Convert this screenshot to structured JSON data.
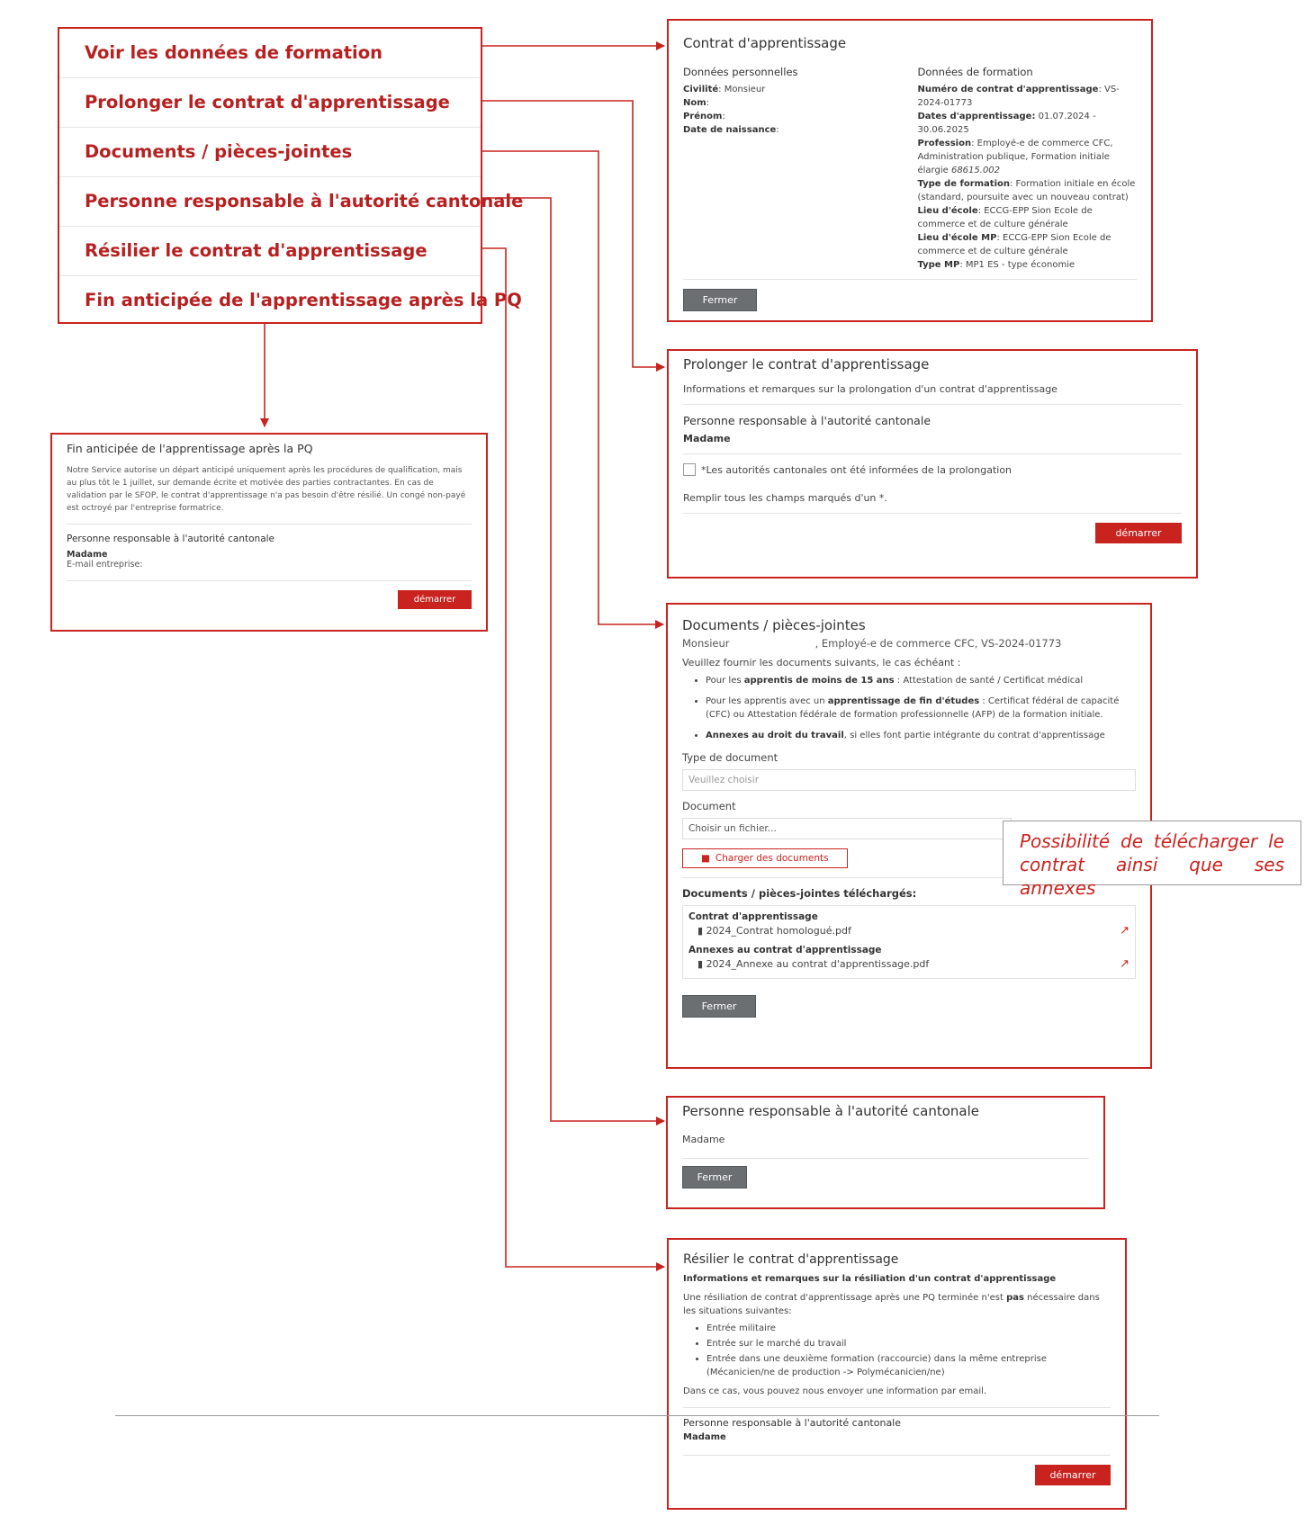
{
  "menu": {
    "items": [
      "Voir les données de formation",
      "Prolonger le contrat d'apprentissage",
      "Documents / pièces-jointes",
      "Personne responsable à l'autorité cantonale",
      "Résilier le contrat d'apprentissage",
      "Fin anticipée de l'apprentissage après la PQ"
    ]
  },
  "contrat": {
    "title": "Contrat d'apprentissage",
    "left_heading": "Données personnelles",
    "civilite_label": "Civilité",
    "civilite_value": ": Monsieur",
    "nom_label": "Nom",
    "prenom_label": "Prénom",
    "naissance_label": "Date de naissance",
    "right_heading": "Données de formation",
    "numero_label": "Numéro de contrat d'apprentissage",
    "numero_value": ": VS-2024-01773",
    "dates_label": "Dates d'apprentissage:",
    "dates_value": " 01.07.2024 - 30.06.2025",
    "profession_label": "Profession",
    "profession_value": ": Employé-e de commerce CFC, Administration publique, Formation initiale élargie",
    "profession_code": "68615.002",
    "type_label": "Type de formation",
    "type_value": ": Formation initiale en école (standard, poursuite avec un nouveau contrat)",
    "ecole_label": "Lieu d'école",
    "ecole_value": ": ECCG-EPP Sion Ecole de commerce et de culture générale",
    "ecole_mp_label": "Lieu d'école MP",
    "ecole_mp_value": ": ECCG-EPP Sion Ecole de commerce et de culture générale",
    "type_mp_label": "Type MP",
    "type_mp_value": ": MP1 ES - type économie",
    "close": "Fermer"
  },
  "prolonger": {
    "title": "Prolonger le contrat d'apprentissage",
    "info": "Informations et remarques sur la prolongation d'un contrat d'apprentissage",
    "resp_heading": "Personne responsable à l'autorité cantonale",
    "resp_name": "Madame",
    "checkbox_label": "*Les autorités cantonales ont été informées de la prolongation",
    "required_note": "Remplir tous les champs marqués d'un *.",
    "start": "démarrer"
  },
  "documents": {
    "title": "Documents / pièces-jointes",
    "person_line": "Monsieur                          , Employé-e de commerce CFC, VS-2024-01773",
    "intro": "Veuillez fournir les documents suivants, le cas échéant :",
    "b1_pre": "Pour les ",
    "b1_bold": "apprentis de moins de 15 ans",
    "b1_post": " : Attestation de santé / Certificat médical",
    "b2_pre": "Pour les apprentis avec un ",
    "b2_bold": "apprentissage de fin d'études",
    "b2_post": " : Certificat fédéral de capacité (CFC) ou Attestation fédérale de formation professionnelle (AFP) de la formation initiale.",
    "b3_bold": "Annexes au droit du travail",
    "b3_post": ", si elles font partie intégrante du contrat d'apprentissage",
    "type_label": "Type de document",
    "type_placeholder": "Veuillez choisir",
    "doc_label": "Document",
    "doc_placeholder": "Choisir un fichier...",
    "upload": "Charger des documents",
    "uploaded_heading": "Documents / pièces-jointes téléchargés:",
    "group1": "Contrat d'apprentissage",
    "file1": "2024_Contrat homologué.pdf",
    "group2": "Annexes au contrat d'apprentissage",
    "file2": "2024_Annexe au contrat d'apprentissage.pdf",
    "close": "Fermer"
  },
  "note": {
    "text": "Possibilité de télécharger le contrat ainsi que ses annexes"
  },
  "personne": {
    "title": "Personne responsable à l'autorité cantonale",
    "name": "Madame",
    "close": "Fermer"
  },
  "resilier": {
    "title": "Résilier le contrat d'apprentissage",
    "info": "Informations et remarques sur la résiliation d'un contrat d'apprentissage",
    "p1_pre": "Une résiliation de contrat d'apprentissage après une PQ terminée n'est ",
    "p1_bold": "pas",
    "p1_post": " nécessaire dans les situations suivantes:",
    "li1": "Entrée militaire",
    "li2": "Entrée sur le marché du travail",
    "li3": "Entrée dans une deuxième formation (raccourcie) dans la même entreprise (Mécanicien/ne de production -> Polymécanicien/ne)",
    "p2": "Dans ce cas, vous pouvez nous envoyer une information par email.",
    "resp_heading": "Personne responsable à l'autorité cantonale",
    "resp_name": "Madame",
    "start": "démarrer"
  },
  "fin": {
    "title": "Fin anticipée de l'apprentissage après la PQ",
    "text": "Notre Service autorise un départ anticipé uniquement après les procédures de qualification, mais au plus tôt le 1 juillet, sur demande écrite et motivée des parties contractantes. En cas de validation par le SFOP, le contrat d'apprentissage n'a pas besoin d'être résilié. Un congé non-payé est octroyé par l'entreprise formatrice.",
    "resp_heading": "Personne responsable à l'autorité cantonale",
    "resp_name": "Madame",
    "email_label": "E-mail entreprise:",
    "start": "démarrer"
  },
  "colors": {
    "accent": "#c9231f",
    "gray_button": "#6b6f72"
  }
}
